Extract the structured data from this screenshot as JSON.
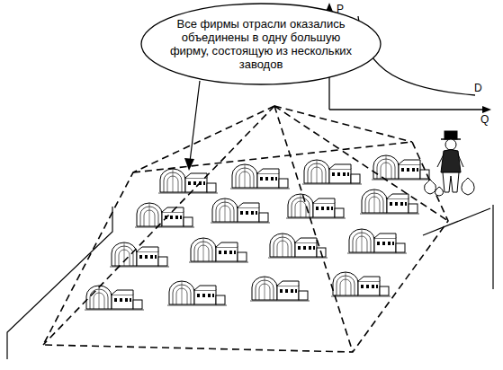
{
  "diagram": {
    "nodes": [
      {
        "text": [
          "Все фирмы отрасли оказались объединены в одну большую фирму, состоящую из нескольких заводов"
        ]
      }
    ],
    "labels": [
      "P",
      "Q",
      "D"
    ]
  }
}
